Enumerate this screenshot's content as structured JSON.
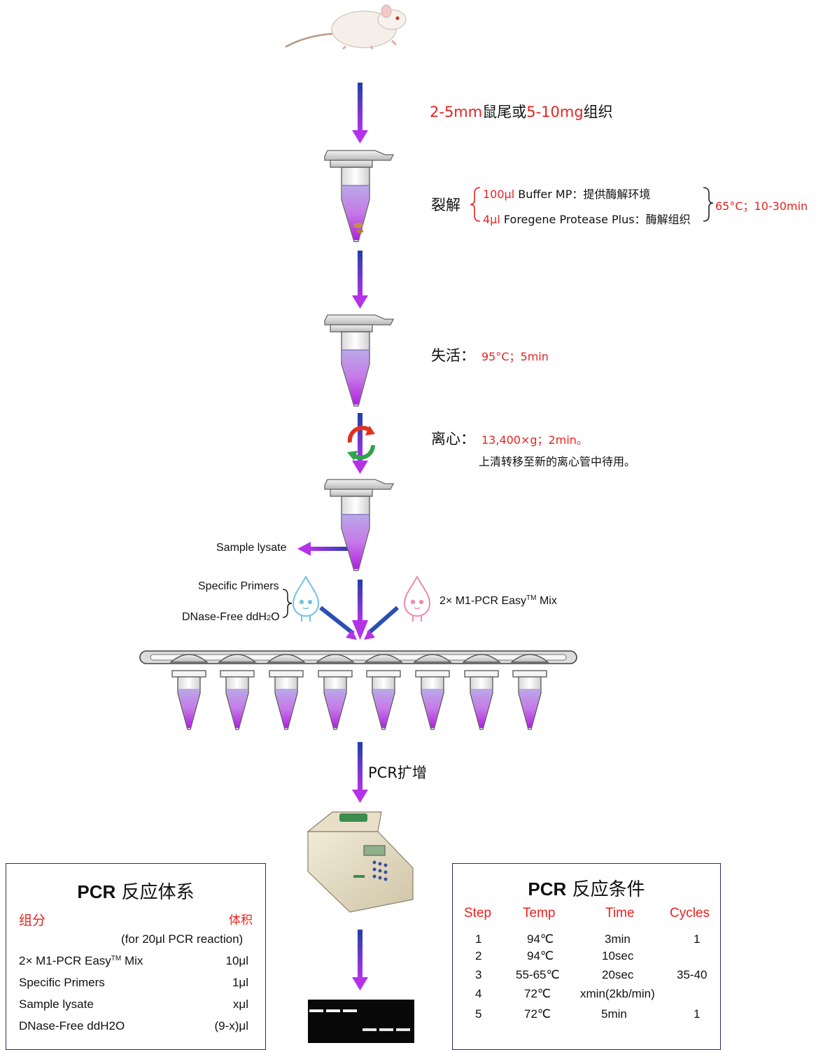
{
  "step1": {
    "desc_part1": "2-5mm",
    "desc_part2": "鼠尾或",
    "desc_part3": "5-10mg",
    "desc_part4": "组织"
  },
  "step2": {
    "label": "裂解",
    "line1_amount": "100μl",
    "line1_text": " Buffer MP：提供酶解环境",
    "line2_amount": "4μl",
    "line2_text": " Foregene Protease Plus：酶解组织",
    "condition": "65°C；10-30min"
  },
  "step3": {
    "label": "失活：",
    "condition": "95°C；5min"
  },
  "step4": {
    "label": "离心：",
    "condition": "13,400×g；2min。",
    "note": "上清转移至新的离心管中待用。"
  },
  "sample_lysate": "Sample lysate",
  "reagents": {
    "left_1": "Specific Primers",
    "left_2": "DNase-Free ddH",
    "left_2_sub": "2",
    "left_2_end": "O",
    "right_pre": "2× M1-PCR Easy",
    "right_sup": "TM",
    "right_post": " Mix"
  },
  "pcr_step": "PCR扩增",
  "reaction_box": {
    "title_bold": "PCR",
    "title_rest": " 反应体系",
    "col_component": "组分",
    "col_volume": "体积",
    "note": "(for 20μl PCR reaction)",
    "rows": [
      {
        "name_pre": "2× M1-PCR Easy",
        "name_sup": "TM",
        "name_post": " Mix",
        "volume": "10μl"
      },
      {
        "name_pre": "Specific Primers",
        "name_sup": "",
        "name_post": "",
        "volume": "1μl"
      },
      {
        "name_pre": "Sample lysate",
        "name_sup": "",
        "name_post": "",
        "volume": "xμl"
      },
      {
        "name_pre": "DNase-Free ddH",
        "name_sup": "2O",
        "name_post": "",
        "volume": "(9-x)μl"
      }
    ]
  },
  "conditions_box": {
    "title_bold": "PCR",
    "title_rest": " 反应条件",
    "headers": [
      "Step",
      "Temp",
      "Time",
      "Cycles"
    ],
    "rows": [
      {
        "step": "1",
        "temp": "94℃",
        "time": "3min",
        "cycles": "1"
      },
      {
        "step": "2",
        "temp": "94℃",
        "time": "10sec",
        "cycles": ""
      },
      {
        "step": "3",
        "temp": "55-65℃",
        "time": "20sec",
        "cycles": "35-40"
      },
      {
        "step": "4",
        "temp": "72℃",
        "time": "xmin(2kb/min)",
        "cycles": ""
      },
      {
        "step": "5",
        "temp": "72℃",
        "time": "5min",
        "cycles": "1"
      }
    ]
  },
  "colors": {
    "accent_red": "#e8231f",
    "arrow_top": "#1f3fa8",
    "arrow_bottom": "#b432e8",
    "liquid": "#c04cf0",
    "box_border": "#2a2a6e"
  }
}
